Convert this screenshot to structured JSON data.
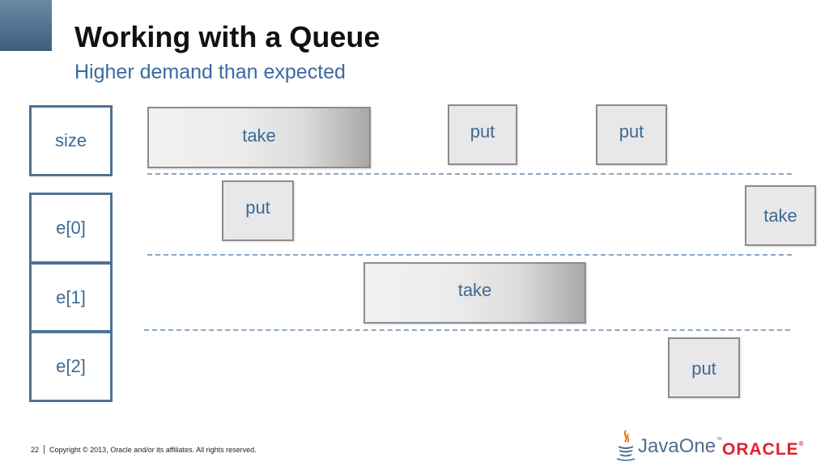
{
  "slide": {
    "title": "Working with a Queue",
    "subtitle": "Higher demand than expected"
  },
  "cells": {
    "size": "size",
    "e0": "e[0]",
    "e1": "e[1]",
    "e2": "e[2]"
  },
  "operations": {
    "op1": "take",
    "op2": "put",
    "op3": "put",
    "op4": "put",
    "op5": "take",
    "op6": "take",
    "op7": "put"
  },
  "footer": {
    "page_number": "22",
    "copyright": "Copyright © 2013, Oracle and/or its affiliates. All rights reserved."
  },
  "logos": {
    "javaone": "JavaOne",
    "javaone_tm": "™",
    "oracle": "ORACLE",
    "oracle_mark": "®"
  },
  "colors": {
    "title": "#111111",
    "subtitle": "#3b6aa0",
    "cell_border": "#4f7395",
    "op_text": "#3d6a93",
    "dash_line": "#8aa8c4",
    "oracle_red": "#e4202c"
  }
}
